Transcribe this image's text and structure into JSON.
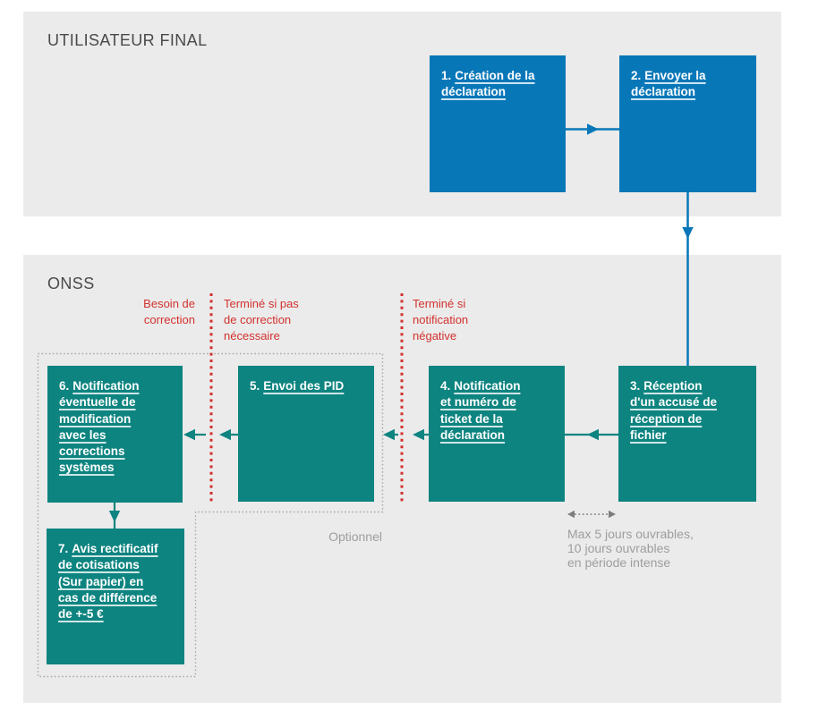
{
  "colors": {
    "blue": "#0877b8",
    "teal": "#0d8480",
    "red": "#d2312d",
    "lane_bg": "#ebebeb",
    "lane_label": "#4a4a4a",
    "gray_note": "#9e9e9e",
    "dotted_border": "#a6a6a6"
  },
  "lanes": {
    "top": {
      "label": "UTILISATEUR FINAL"
    },
    "bottom": {
      "label": "ONSS"
    }
  },
  "boxes": [
    {
      "num": "1.",
      "label": "Création de la\ndéclaration"
    },
    {
      "num": "2.",
      "label": "Envoyer la\ndéclaration"
    },
    {
      "num": "3.",
      "label": "Réception\nd'un accusé de\nréception de\nfichier"
    },
    {
      "num": "4.",
      "label": "Notification\net numéro de\nticket de la\ndéclaration"
    },
    {
      "num": "5.",
      "label": "Envoi des PID"
    },
    {
      "num": "6.",
      "label": "Notification\néventuelle de\nmodification\navec les\ncorrections\nsystèmes"
    },
    {
      "num": "7.",
      "label": "Avis rectificatif\nde cotisations\n(Sur papier) en\ncas de différence\nde +-5 €"
    }
  ],
  "annotations": {
    "besoin_correction": "Besoin de\ncorrection",
    "termine_pas_correction": "Terminé si pas\nde correction\nnécessaire",
    "termine_notification": "Terminé si\nnotification\nnégative",
    "optionnel": "Optionnel",
    "delai": "Max 5 jours ouvrables,\n10 jours ouvrables\nen période intense"
  }
}
